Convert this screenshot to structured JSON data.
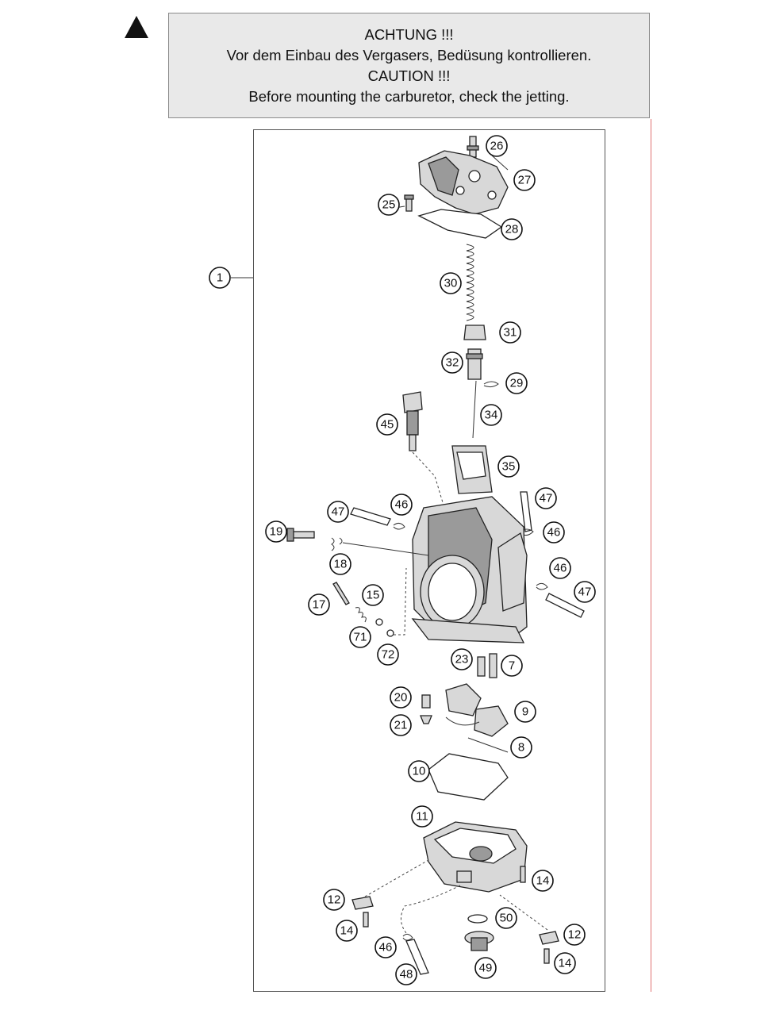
{
  "caution": {
    "lines": [
      "ACHTUNG !!!",
      "Vor dem Einbau des Vergasers, Bedüsung kontrollieren.",
      "CAUTION !!!",
      "Before mounting the carburetor, check the jetting."
    ]
  },
  "callouts": [
    "1",
    "26",
    "27",
    "25",
    "28",
    "30",
    "31",
    "32",
    "29",
    "34",
    "45",
    "35",
    "47",
    "46",
    "47",
    "46",
    "19",
    "18",
    "46",
    "47",
    "17",
    "15",
    "71",
    "72",
    "23",
    "7",
    "20",
    "9",
    "21",
    "8",
    "10",
    "11",
    "14",
    "12",
    "14",
    "50",
    "12",
    "46",
    "49",
    "14",
    "48"
  ]
}
